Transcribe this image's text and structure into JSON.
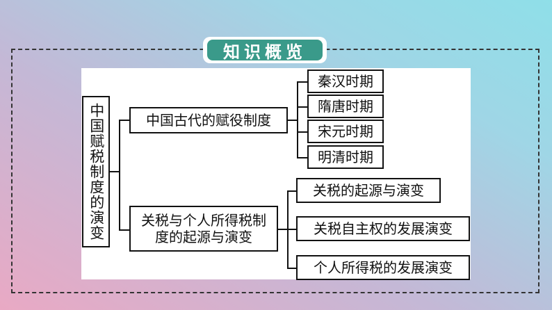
{
  "header": {
    "title": "知识概览"
  },
  "diagram": {
    "root": "中国赋税制度的演变",
    "branches": [
      {
        "label": "中国古代的赋役制度",
        "children": [
          "秦汉时期",
          "隋唐时期",
          "宋元时期",
          "明清时期"
        ]
      },
      {
        "label": "关税与个人所得税制度的起源与演变",
        "children": [
          "关税的起源与演变",
          "关税自主权的发展演变",
          "个人所得税的发展演变"
        ]
      }
    ]
  }
}
